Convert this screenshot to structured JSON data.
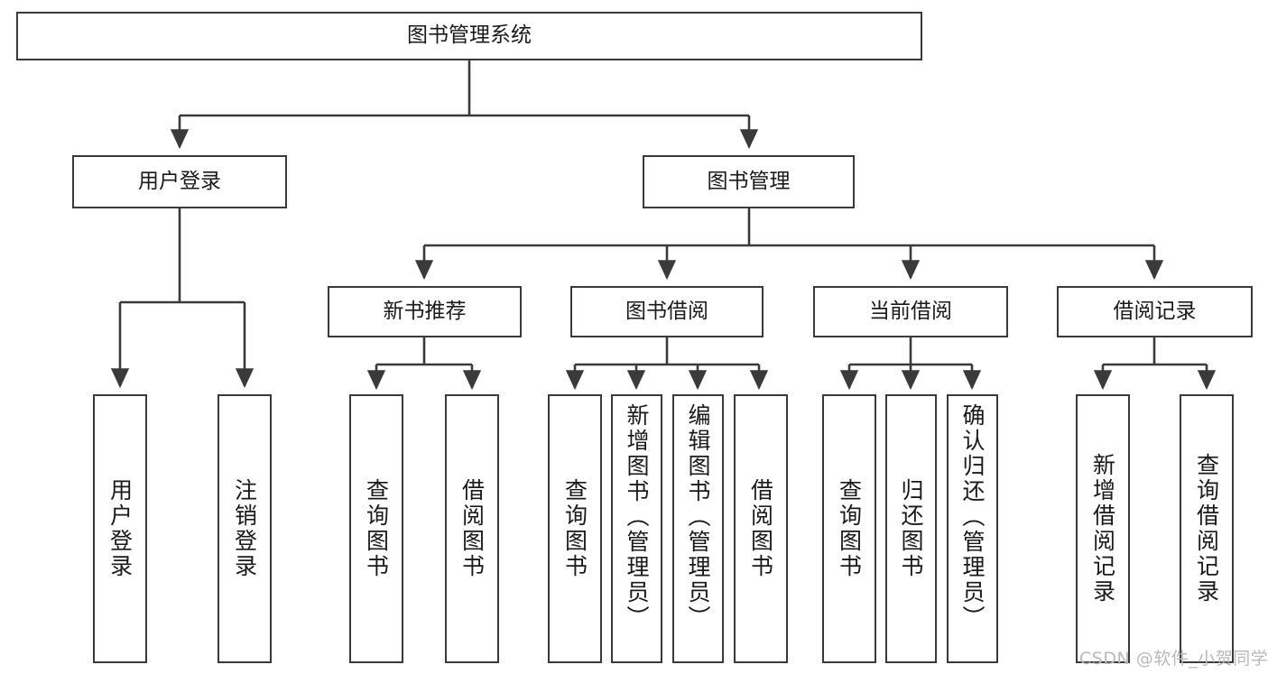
{
  "diagram": {
    "type": "hierarchy-tree",
    "title": "图书管理系统",
    "watermark": "CSDN @软件_小贺同学",
    "colors": {
      "box_border": "#3a3a3a",
      "box_fill": "#ffffff",
      "connector": "#3a3a3a",
      "text": "#1a1a1a",
      "watermark": "#b9b9b9"
    },
    "nodes": {
      "root": {
        "label": "图书管理系统"
      },
      "level2": [
        {
          "label": "用户登录"
        },
        {
          "label": "图书管理"
        }
      ],
      "level3": [
        {
          "label": "新书推荐"
        },
        {
          "label": "图书借阅"
        },
        {
          "label": "当前借阅"
        },
        {
          "label": "借阅记录"
        }
      ],
      "leaves": {
        "user_login": [
          {
            "label": "用户登录"
          },
          {
            "label": "注销登录"
          }
        ],
        "new_book_recommend": [
          {
            "label": "查询图书"
          },
          {
            "label": "借阅图书"
          }
        ],
        "book_borrow": [
          {
            "label": "查询图书"
          },
          {
            "label": "新增图书（管理员）"
          },
          {
            "label": "编辑图书（管理员）"
          },
          {
            "label": "借阅图书"
          }
        ],
        "current_borrow": [
          {
            "label": "查询图书"
          },
          {
            "label": "归还图书"
          },
          {
            "label": "确认归还（管理员）"
          }
        ],
        "borrow_record": [
          {
            "label": "新增借阅记录"
          },
          {
            "label": "查询借阅记录"
          }
        ]
      }
    }
  }
}
